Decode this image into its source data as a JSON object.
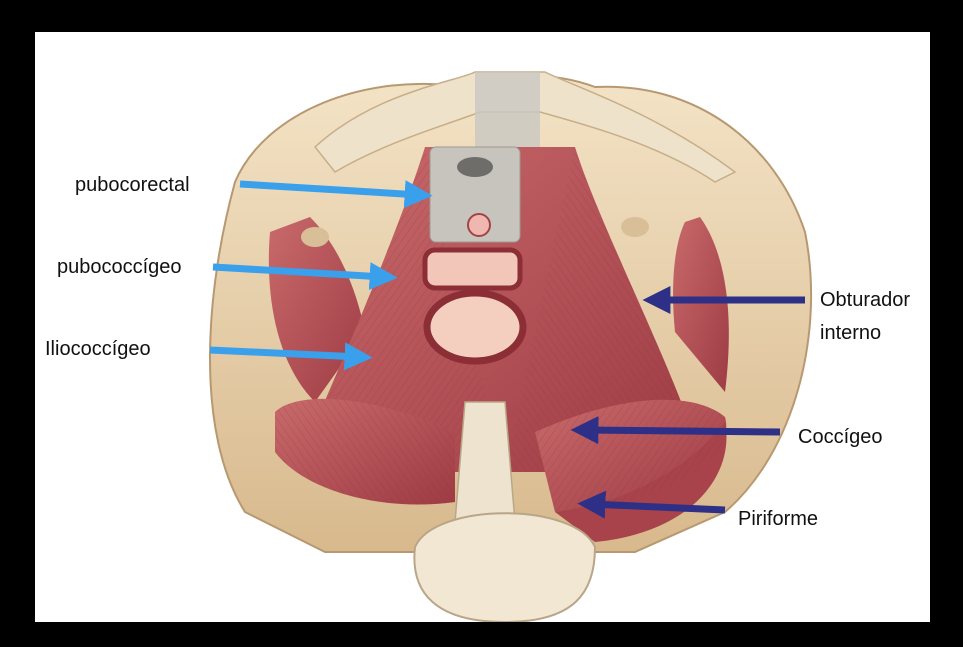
{
  "labels": {
    "pubocorectal": "pubocorectal",
    "pubococcigeo": "pubococcígeo",
    "iliococcigeo": "Iliococcígeo",
    "obturador": "Obturador interno",
    "coccigeo": "Coccígeo",
    "piriforme": "Piriforme"
  },
  "colors": {
    "left_arrows": "#3aa0ec",
    "right_arrows": "#2e2f87",
    "muscle": "#b8555b",
    "bone": "#e9d3b0"
  }
}
